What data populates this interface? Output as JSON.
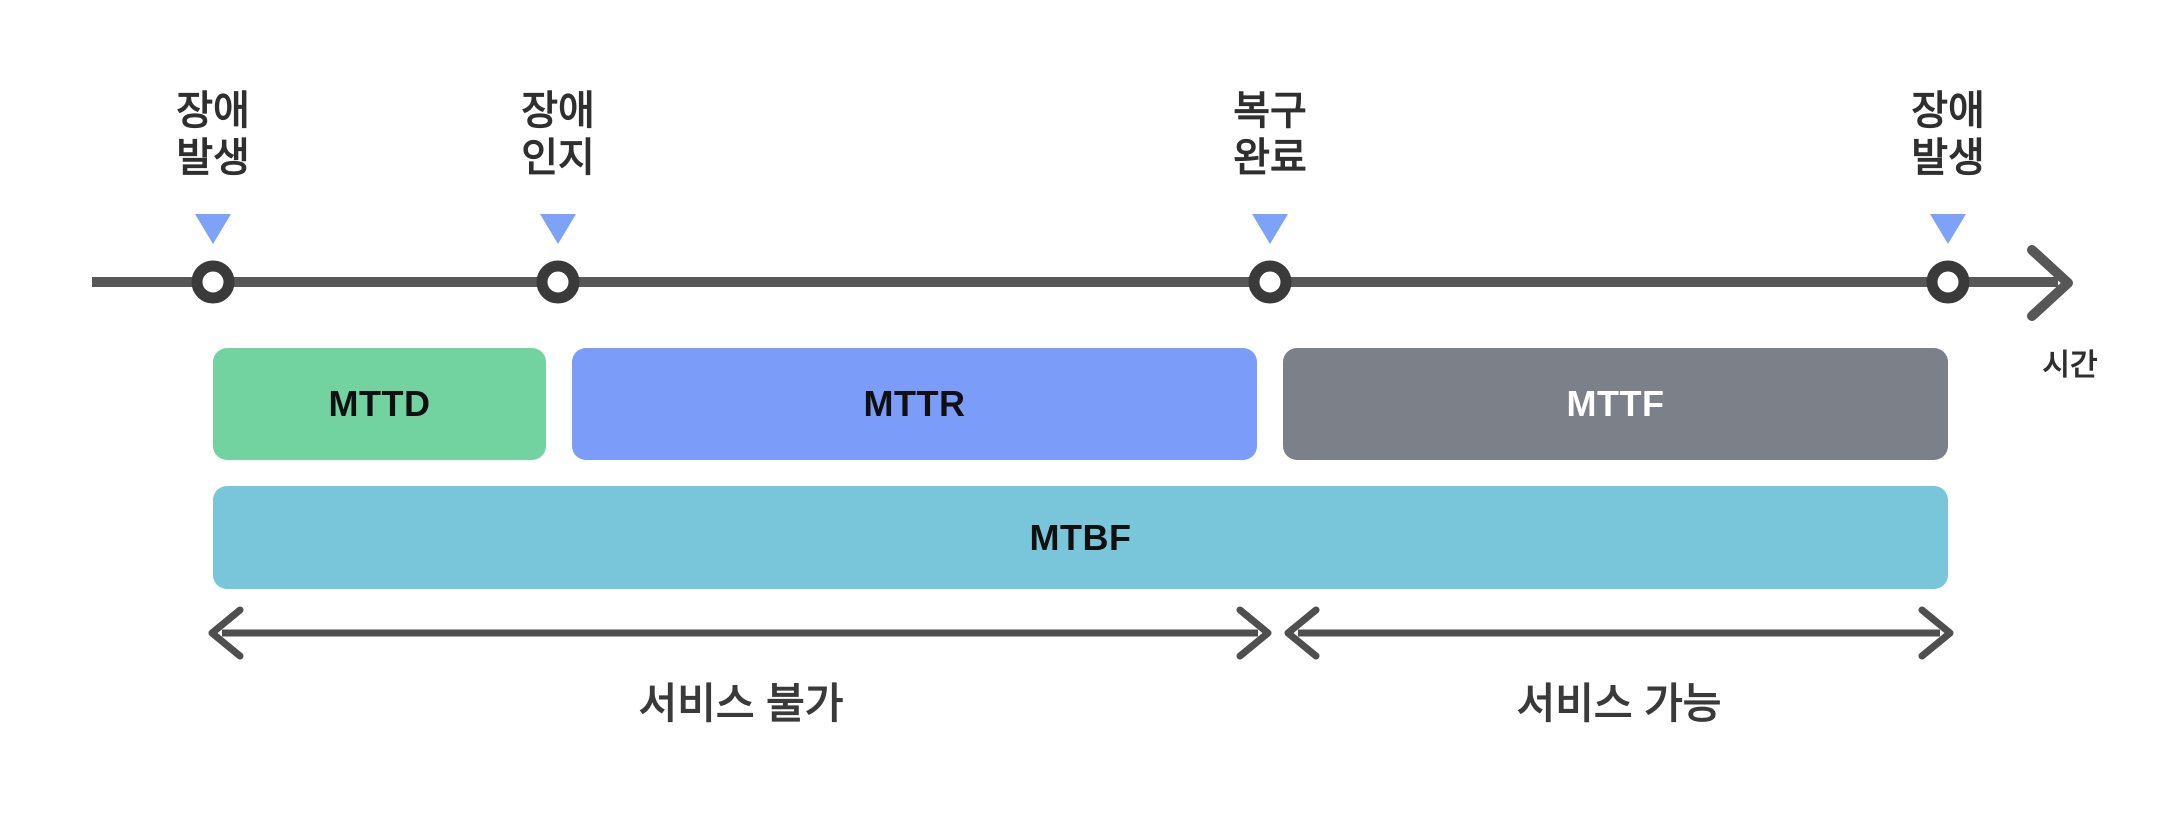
{
  "colors": {
    "axis_line": "#575757",
    "marker_ring": "#3a3a3a",
    "marker_fill": "#ffffff",
    "pointer_triangle": "#7ea2f8",
    "span_arrow": "#4f4f4f",
    "text_dark": "#2f2f2f",
    "mttd_bar": "#72d3a0",
    "mttr_bar": "#7b9cf9",
    "mttf_bar": "#7c8089",
    "mtbf_bar": "#79c5d9",
    "mttf_text": "#ffffff"
  },
  "timeline": {
    "axis_label": "시간",
    "milestones": [
      {
        "line1": "장애",
        "line2": "발생"
      },
      {
        "line1": "장애",
        "line2": "인지"
      },
      {
        "line1": "복구",
        "line2": "완료"
      },
      {
        "line1": "장애",
        "line2": "발생"
      }
    ]
  },
  "bars": [
    {
      "id": "mttd",
      "label": "MTTD"
    },
    {
      "id": "mttr",
      "label": "MTTR"
    },
    {
      "id": "mttf",
      "label": "MTTF"
    },
    {
      "id": "mtbf",
      "label": "MTBF"
    }
  ],
  "spans": [
    {
      "label": "서비스 불가"
    },
    {
      "label": "서비스 가능"
    }
  ]
}
